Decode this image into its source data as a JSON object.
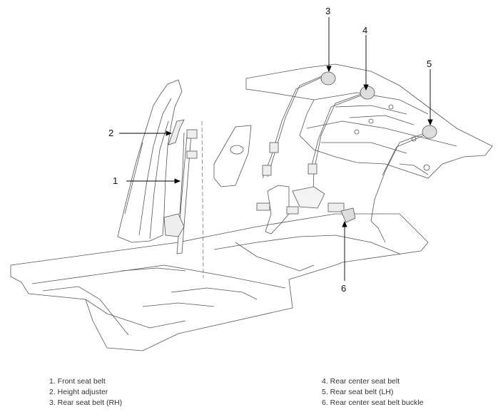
{
  "callouts": {
    "c1": "1",
    "c2": "2",
    "c3": "3",
    "c4": "4",
    "c5": "5",
    "c6": "6"
  },
  "legend": {
    "left": [
      "1. Front seat belt",
      "2. Height adjuster",
      "3. Rear seat belt (RH)"
    ],
    "right": [
      "4. Rear center seat belt",
      "5. Rear seat belt (LH)",
      "6. Rear center seat belt buckle"
    ]
  }
}
